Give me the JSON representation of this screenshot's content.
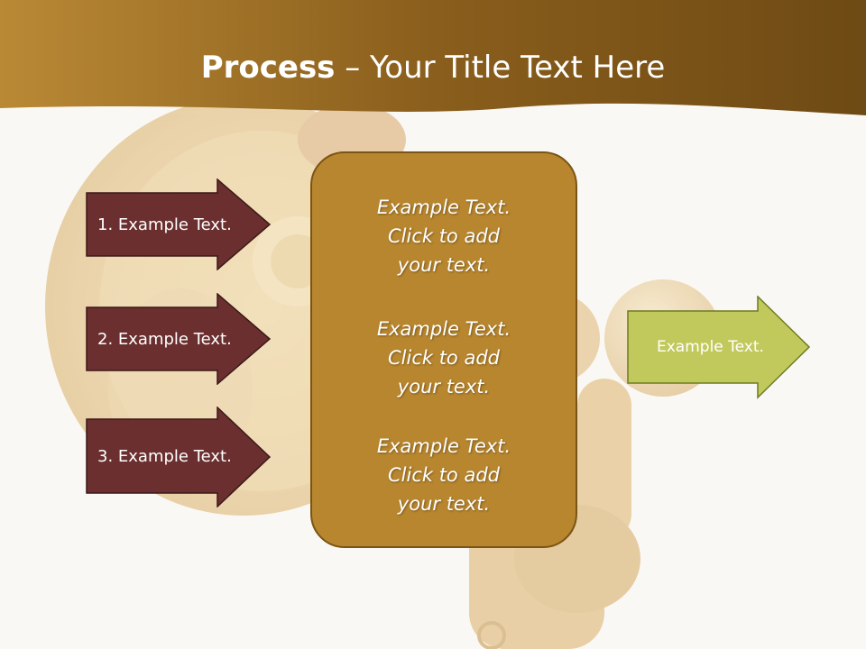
{
  "title": {
    "bold": "Process",
    "rest": " – Your Title Text Here"
  },
  "left_arrows": [
    {
      "label": "1. Example Text."
    },
    {
      "label": "2. Example Text."
    },
    {
      "label": "3. Example Text."
    }
  ],
  "center_box": {
    "blocks": [
      {
        "lines": [
          "Example Text.",
          "Click  to add",
          "your text."
        ]
      },
      {
        "lines": [
          "Example Text.",
          "Click  to add",
          "your text."
        ]
      },
      {
        "lines": [
          "Example Text.",
          "Click  to add",
          "your text."
        ]
      }
    ]
  },
  "right_arrow": {
    "label": "Example Text."
  },
  "colors": {
    "header": "#a8741f",
    "left_arrow_fill": "#6b2f2f",
    "center_box_fill": "#b8862e",
    "right_arrow_fill": "#c2c95c",
    "background": "#faf8f4"
  },
  "decor": {
    "illustration": "gold-figure-with-key-and-lock-illustration"
  }
}
